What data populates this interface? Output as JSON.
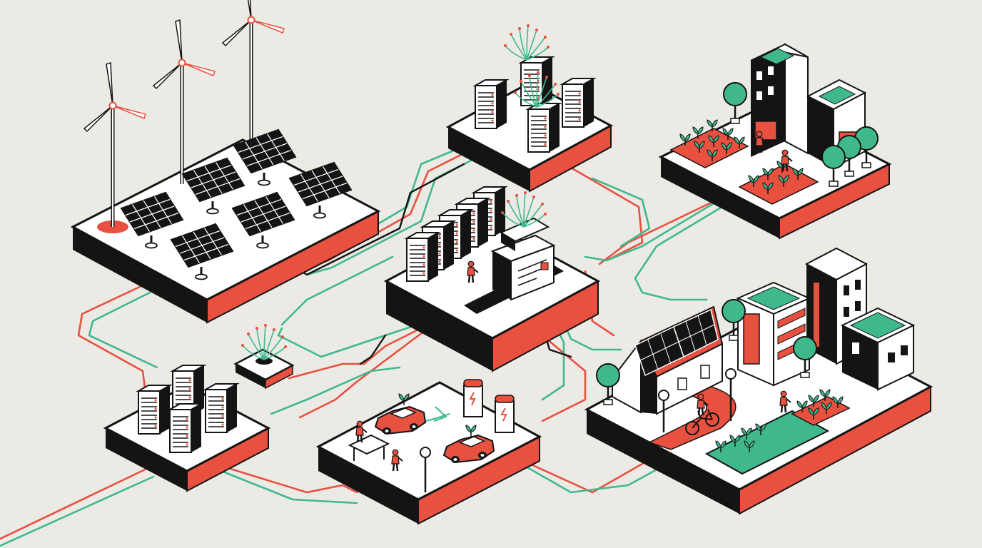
{
  "palette": {
    "background": "#eceae5",
    "ink": "#141414",
    "red": "#e8503f",
    "green": "#3fb98c",
    "white": "#ffffff",
    "paper": "#f6f4ef"
  },
  "nodes": [
    {
      "id": "renewable-energy-farm",
      "icons": [
        "wind-turbine-icon",
        "solar-panel-icon"
      ]
    },
    {
      "id": "data-center-top",
      "icons": [
        "server-rack-icon",
        "fiber-optic-icon"
      ]
    },
    {
      "id": "urban-farm",
      "icons": [
        "building-icon",
        "tree-icon",
        "plant-icon",
        "person-icon"
      ]
    },
    {
      "id": "central-hub",
      "icons": [
        "server-rack-icon",
        "fiber-optic-icon",
        "person-icon"
      ]
    },
    {
      "id": "fiber-junction",
      "icons": [
        "fiber-optic-icon"
      ]
    },
    {
      "id": "edge-servers",
      "icons": [
        "server-rack-icon"
      ]
    },
    {
      "id": "ev-charging-station",
      "icons": [
        "electric-car-icon",
        "charger-icon",
        "person-icon",
        "lamp-post-icon"
      ]
    },
    {
      "id": "smart-neighborhood",
      "icons": [
        "house-icon",
        "solar-panel-icon",
        "building-icon",
        "bicycle-icon",
        "garden-icon"
      ]
    }
  ]
}
